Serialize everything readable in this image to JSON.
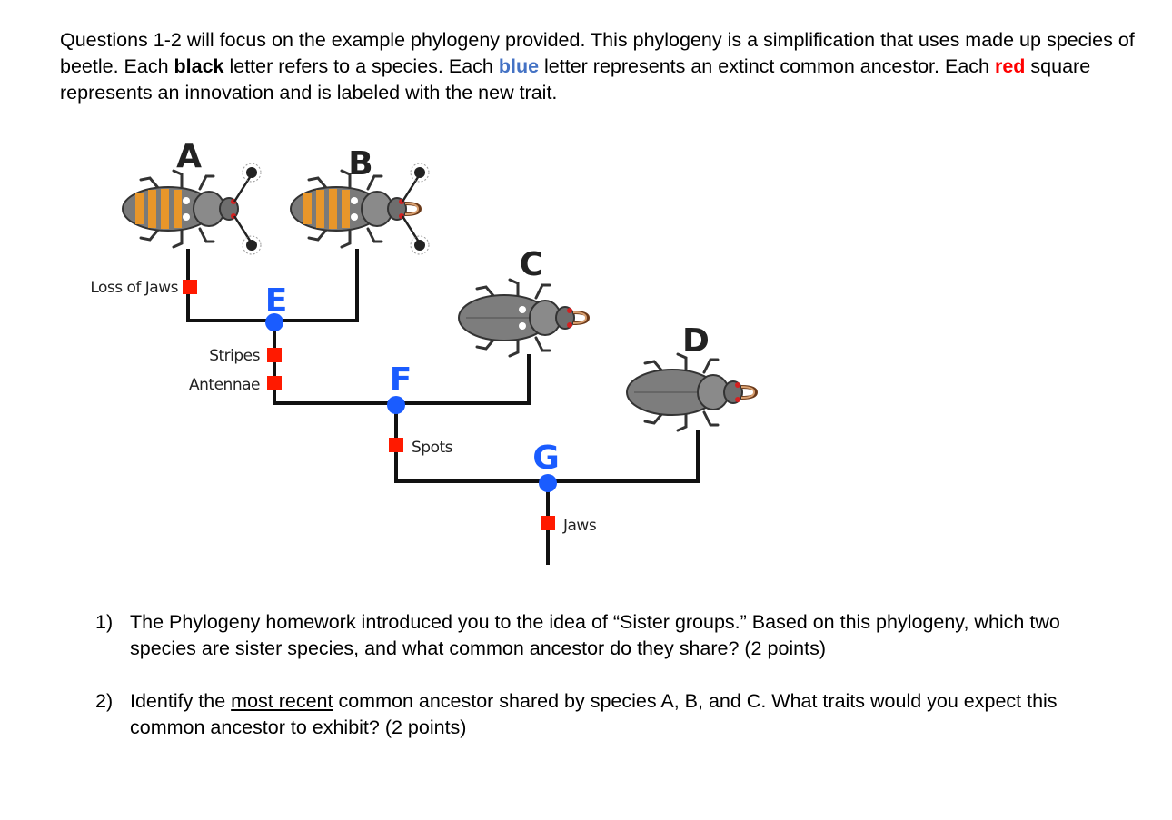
{
  "intro": {
    "part1": "Questions 1-2 will focus on the example phylogeny provided. This phylogeny is a simplification that uses made up species of beetle. Each ",
    "black_word": "black",
    "part2": " letter refers to a species. Each ",
    "blue_word": "blue",
    "part3": " letter represents an extinct common ancestor. Each ",
    "red_word": "red",
    "part4": " square represents an innovation and is labeled with the new trait."
  },
  "phylogeny": {
    "species": {
      "a": "A",
      "b": "B",
      "c": "C",
      "d": "D"
    },
    "ancestors": {
      "e": "E",
      "f": "F",
      "g": "G"
    },
    "traits": {
      "loss_of_jaws": "Loss of Jaws",
      "stripes": "Stripes",
      "antennae": "Antennae",
      "spots": "Spots",
      "jaws": "Jaws"
    },
    "colors": {
      "branch": "#111111",
      "ancestor_node": "#1a5cff",
      "innovation": "#ff1a00",
      "beetle_body": "#8a8a8a",
      "stripe": "#e8962a"
    }
  },
  "questions": [
    {
      "number": "1)",
      "text": "The Phylogeny homework introduced you to the idea of “Sister groups.” Based on this phylogeny, which two species are sister species, and what common ancestor do they share? (2 points)"
    },
    {
      "number": "2)",
      "pre": "Identify the ",
      "underlined": "most recent",
      "post": " common ancestor shared by species A, B, and C. What traits would you expect this common ancestor to exhibit? (2 points)"
    }
  ]
}
